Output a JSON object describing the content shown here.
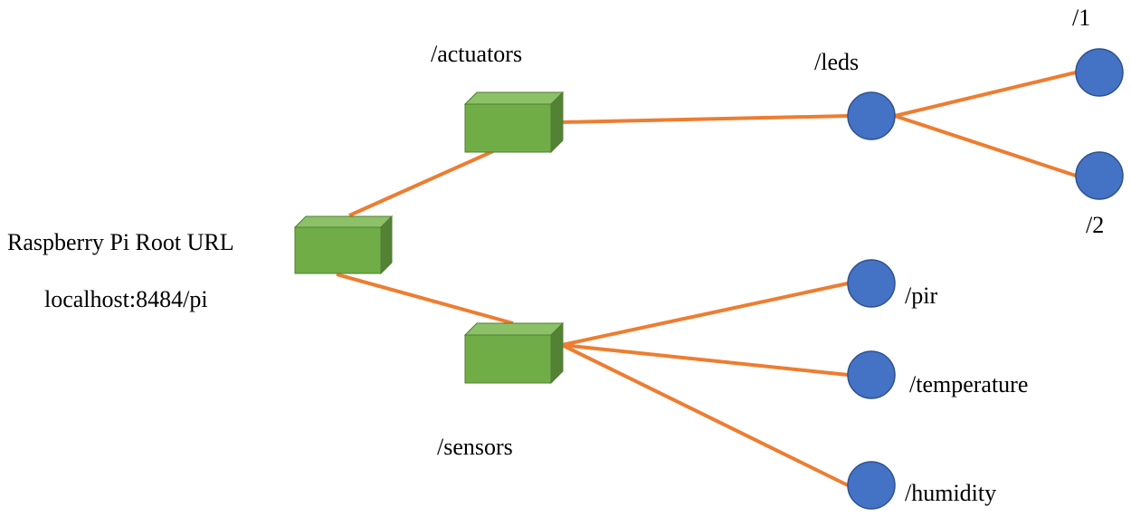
{
  "colors": {
    "edge": "#ED7D31",
    "box_front": "#70AD47",
    "box_top": "#8CC168",
    "box_side": "#548235",
    "box_border": "#507E32",
    "circle_fill": "#4472C4",
    "circle_stroke": "#2F528F"
  },
  "root": {
    "title": "Raspberry Pi Root URL",
    "url": "localhost:8484/pi"
  },
  "labels": {
    "actuators": "/actuators",
    "sensors": "/sensors",
    "leds": "/leds",
    "led1": "/1",
    "led2": "/2",
    "pir": "/pir",
    "temperature": "/temperature",
    "humidity": "/humidity"
  }
}
